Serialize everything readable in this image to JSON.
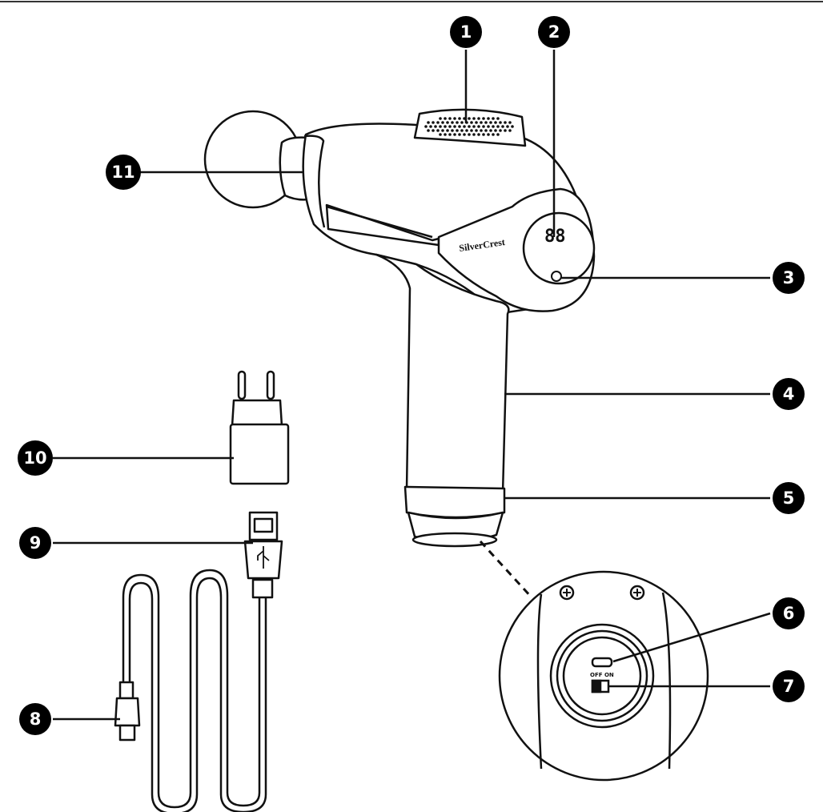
{
  "brand": "SilverCrest",
  "display_text": "88",
  "switch_label": "OFF ON",
  "callouts": [
    {
      "id": "callout-1",
      "number": "1",
      "part": "air-vent"
    },
    {
      "id": "callout-2",
      "number": "2",
      "part": "display"
    },
    {
      "id": "callout-3",
      "number": "3",
      "part": "power-button"
    },
    {
      "id": "callout-4",
      "number": "4",
      "part": "handle"
    },
    {
      "id": "callout-5",
      "number": "5",
      "part": "base-ring"
    },
    {
      "id": "callout-6",
      "number": "6",
      "part": "charging-socket"
    },
    {
      "id": "callout-7",
      "number": "7",
      "part": "on-off-switch"
    },
    {
      "id": "callout-8",
      "number": "8",
      "part": "usb-c-connector"
    },
    {
      "id": "callout-9",
      "number": "9",
      "part": "usb-a-cable"
    },
    {
      "id": "callout-10",
      "number": "10",
      "part": "power-adapter"
    },
    {
      "id": "callout-11",
      "number": "11",
      "part": "massage-head-attachment"
    }
  ],
  "colors": {
    "line": "#111111",
    "fill": "#ffffff",
    "badge": "#000000"
  }
}
